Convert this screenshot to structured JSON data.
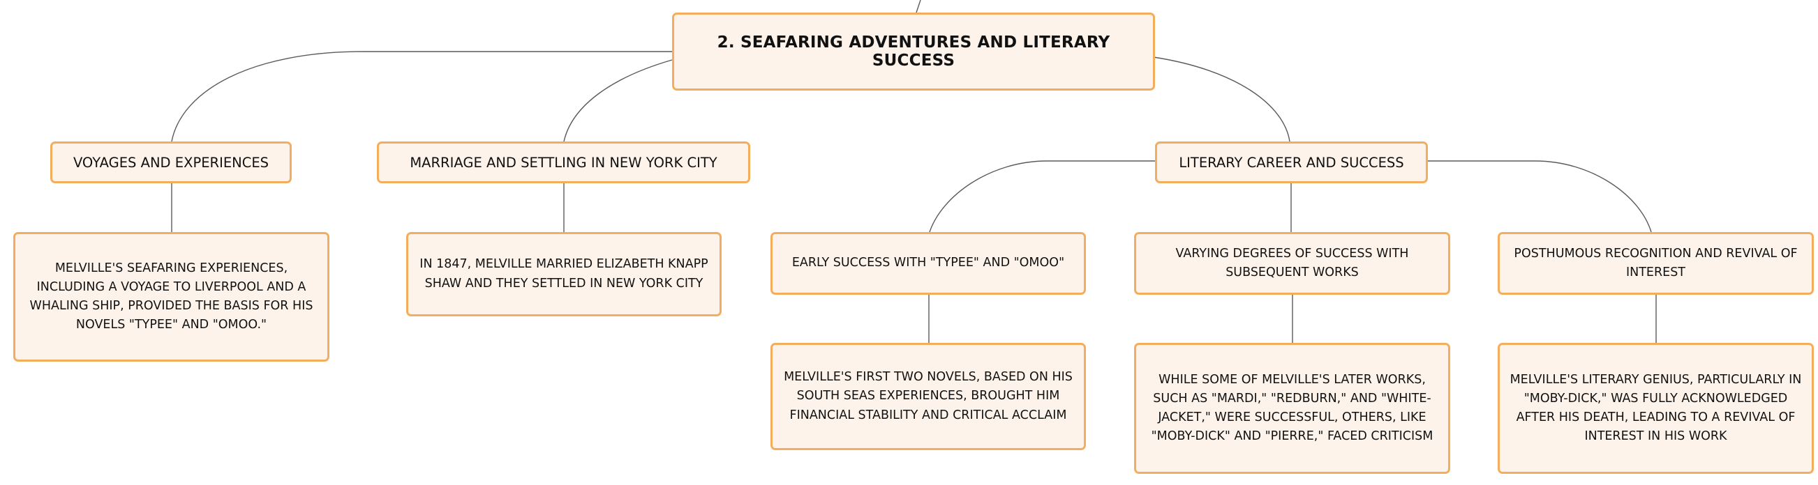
{
  "root": {
    "label": "2. Seafaring Adventures and Literary Success"
  },
  "voyages": {
    "label": "Voyages and Experiences",
    "detail": "Melville's seafaring experiences, including a voyage to Liverpool and a whaling ship, provided the basis for his novels \"Typee\" and \"Omoo.\""
  },
  "marriage": {
    "label": "Marriage and Settling in New York City",
    "detail": "In 1847, Melville married Elizabeth Knapp Shaw and they settled in New York City"
  },
  "career": {
    "label": "Literary Career and Success",
    "early": {
      "label": "Early Success with \"Typee\" and \"Omoo\"",
      "detail": "Melville's first two novels, based on his South Seas experiences, brought him financial stability and critical acclaim"
    },
    "varying": {
      "label": "Varying Degrees of Success with Subsequent Works",
      "detail": "While some of Melville's later works, such as \"Mardi,\" \"Redburn,\" and \"White-Jacket,\" were successful, others, like \"Moby-Dick\" and \"Pierre,\" faced criticism"
    },
    "posthumous": {
      "label": "Posthumous Recognition and Revival of Interest",
      "detail": "Melville's literary genius, particularly in \"Moby-Dick,\" was fully acknowledged after his death, leading to a revival of interest in his work"
    }
  },
  "colors": {
    "node_fill": "#fdf3ea",
    "node_border": "#f2ae5c",
    "connector": "#5a5a5a"
  }
}
